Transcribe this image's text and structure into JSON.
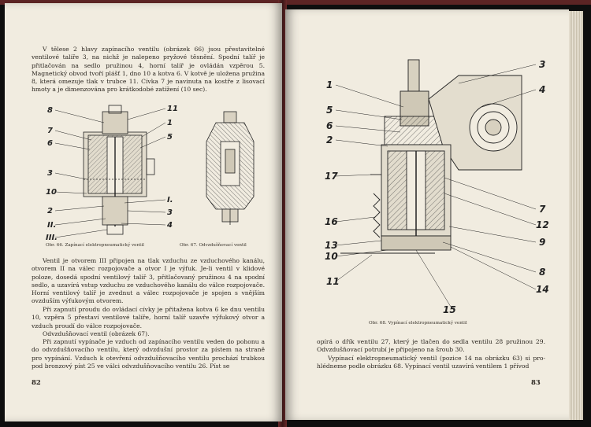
{
  "left_page": {
    "para1": "V tělese 2 hlavy zapínacího ventilu (obrázek 66) jsou přestavitelné ventilové talíře 3, na nichž je nalepeno pryžové těsnění. Spodní talíř je přitlačován na sedlo pružinou 4, horní talíř je ovládán vzpěrou 5. Magnetický obvod tvoří plášť 1, dno 10 a kotva 6. V kotvě je uložena pružina 8, která omezuje tlak v trubce 11. Cívka 7 je navinuta na kostře z lisovací hmoty a je dimenzována pro krátkodobé zatížení (10 sec).",
    "figure66": {
      "caption": "Obr. 66. Zapínací elektropneumatický ventil",
      "labels_left": [
        "8",
        "7",
        "6",
        "3",
        "10",
        "2",
        "II.",
        "III."
      ],
      "labels_right": [
        "11",
        "1",
        "5",
        "I.",
        "3",
        "4"
      ]
    },
    "figure67": {
      "caption": "Obr. 67. Odvzdušňovací ventil"
    },
    "para2": "Ventil je otvorem III připojen na tlak vzduchu ze vzduchového kanálu, otvorem II na válec rozpojovače a otvor I je výfuk. Je-li ventil v klidové poloze, dosedá spodní ventilový talíř 3, přitlačovaný pružinou 4 na spodní sedlo, a uzavírá vstup vzduchu ze vzduchového kanálu do válce rozpojovače. Horní ventilový talíř je zvednut a válec rozpojovače je spojen s vnějším ovzduším výfukovým otvorem.",
    "para3": "Při zapnutí proudu do ovládací cívky je přitažena kotva 6 ke dnu ventilu 10, vzpěra 5 přestaví ventilové talíře, horní talíř uzavře výfukový otvor a vzduch proudí do válce rozpojovače.",
    "para4": "Odvzdušňovací ventil (obrázek 67).",
    "para5": "Při zapnutí vypínače je vzduch od zapínacího ventilu veden do pohonu a do odvzdušňovacího ventilu, který odvzdušní prostor za pístem na straně pro vypínání. Vzduch k otevření odvzdušňovacího ventilu prochází trubkou pod bronzový píst 25 ve válci odvzdušňovacího ventilu 26. Píst se",
    "page_number": "82"
  },
  "right_page": {
    "figure68": {
      "caption": "Obr. 68. Vypínací elektropneumatický ventil",
      "labels_left": [
        "1",
        "5",
        "6",
        "2",
        "17",
        "16",
        "13",
        "10",
        "11"
      ],
      "labels_right": [
        "3",
        "4",
        "7",
        "12",
        "9",
        "8",
        "14"
      ],
      "label_bottom": "15"
    },
    "para1": "opírá o dřík ventilu 27, který je tlačen do sedla ventilu 28 pružinou 29. Odvzdušňovací potrubí je připojeno na šroub 30.",
    "para2": "Vypínací elektropneumatický ventil (pozice 14 na obrázku 63) si pro-hlédneme podle obrázku 68. Vypínací ventil uzavírá ventilem 1 přívod",
    "page_number": "83"
  }
}
